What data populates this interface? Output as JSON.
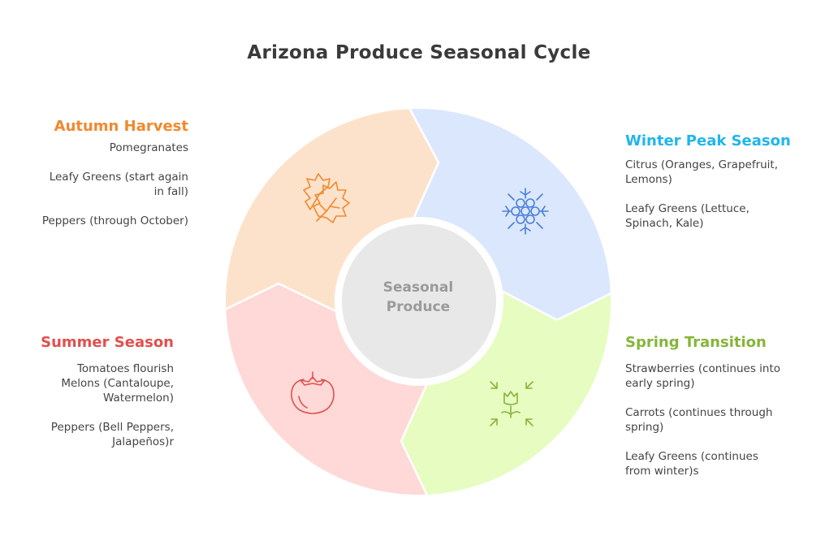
{
  "title": "Arizona Produce Seasonal Cycle",
  "center": {
    "line1": "Seasonal",
    "line2": "Produce"
  },
  "colors": {
    "autumn": "#f0892e",
    "winter": "#1fb6ec",
    "spring": "#86b53a",
    "summer": "#e0504e",
    "autumn_fill": "#fde2cb",
    "winter_fill": "#dbe7fd",
    "spring_fill": "#e7fcc0",
    "summer_fill": "#fed9d7",
    "center_fill": "#e8e8e8"
  },
  "seasons": {
    "autumn": {
      "title": "Autumn Harvest",
      "icon": "leaf-icon",
      "items": [
        "Pomegranates",
        "Leafy Greens (start again",
        "in fall)",
        "Peppers (through October)"
      ]
    },
    "winter": {
      "title": "Winter Peak Season",
      "icon": "snowflake-icon",
      "items": [
        "Citrus (Oranges, Grapefruit,",
        "Lemons)",
        "Leafy Greens (Lettuce,",
        "Spinach, Kale)"
      ]
    },
    "spring": {
      "title": "Spring Transition",
      "icon": "sprouting-flower-icon",
      "items": [
        "Strawberries (continues into",
        "early spring)",
        "Carrots (continues through",
        "spring)",
        "Leafy Greens (continues",
        "from winter)s"
      ]
    },
    "summer": {
      "title": "Summer Season",
      "icon": "tomato-icon",
      "items": [
        "Tomatoes flourish",
        "Melons (Cantaloupe,",
        "Watermelon)",
        "Peppers (Bell Peppers,",
        "Jalapeños)r"
      ]
    }
  }
}
